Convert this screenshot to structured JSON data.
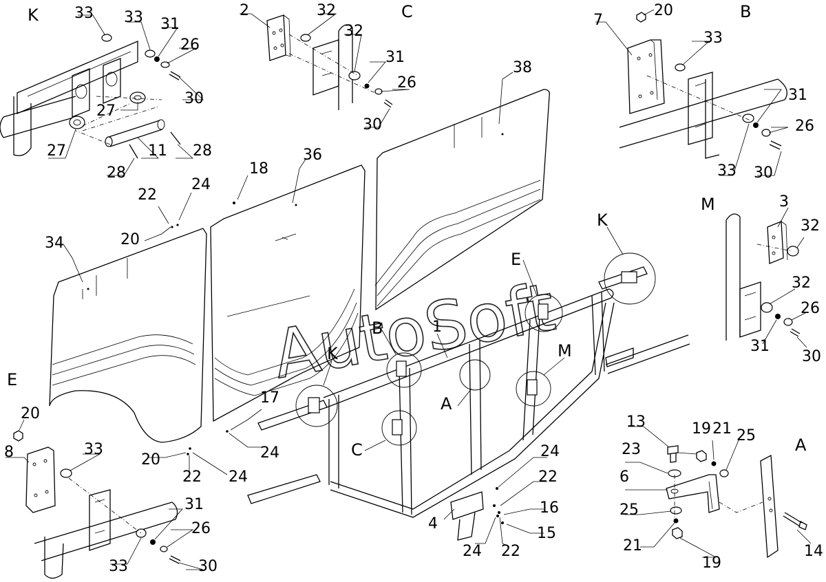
{
  "watermark": "AutoSoft",
  "view_labels": {
    "K": "K",
    "C": "C",
    "B": "B",
    "M": "M",
    "E": "E",
    "A": "A"
  },
  "frame_callouts": {
    "K_left": "K",
    "B": "B",
    "C": "C",
    "A": "A",
    "E": "E",
    "M": "M",
    "K_right": "K"
  },
  "part_labels": {
    "view_K": [
      "33",
      "33",
      "31",
      "26",
      "30",
      "27",
      "27",
      "11",
      "28",
      "28"
    ],
    "view_C": [
      "2",
      "32",
      "32",
      "31",
      "26",
      "30"
    ],
    "view_B": [
      "7",
      "20",
      "33",
      "33",
      "31",
      "26",
      "30"
    ],
    "view_M": [
      "3",
      "32",
      "32",
      "26",
      "31",
      "30"
    ],
    "view_E": [
      "20",
      "8",
      "33",
      "31",
      "26",
      "33",
      "30"
    ],
    "view_A": [
      "13",
      "19",
      "21",
      "25",
      "23",
      "6",
      "25",
      "21",
      "19",
      "14"
    ],
    "panels": [
      "38",
      "36",
      "34",
      "18",
      "22",
      "24",
      "20",
      "17",
      "24",
      "20",
      "22",
      "24"
    ],
    "frame": [
      "1",
      "4",
      "24",
      "22",
      "16",
      "15",
      "24",
      "22"
    ]
  }
}
